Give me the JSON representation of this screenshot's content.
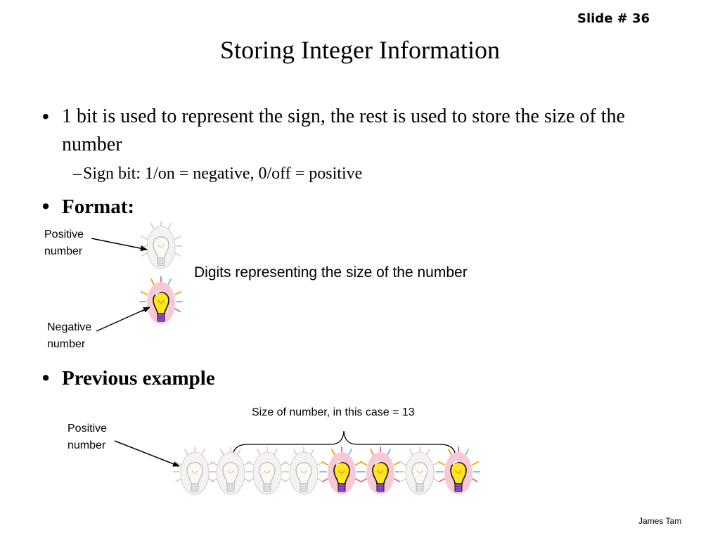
{
  "slide_number": "Slide # 36",
  "title": "Storing Integer Information",
  "bullets": {
    "main": "1 bit is used to represent the sign, the rest is used to store the size of the number",
    "sub": "Sign bit: 1/on = negative, 0/off = positive",
    "format": "Format:",
    "previous_example": "Previous example"
  },
  "format_diagram": {
    "positive_label_1": "Positive",
    "positive_label_2": "number",
    "negative_label_1": "Negative",
    "negative_label_2": "number",
    "digits_text": "Digits representing the size of the number"
  },
  "example_diagram": {
    "caption": "Size of number, in this case = 13",
    "positive_label_1": "Positive",
    "positive_label_2": "number",
    "bits": [
      0,
      0,
      0,
      0,
      1,
      1,
      0,
      1
    ]
  },
  "icons": [
    "light-bulb-off-icon",
    "light-bulb-on-icon"
  ],
  "footer": "James Tam"
}
